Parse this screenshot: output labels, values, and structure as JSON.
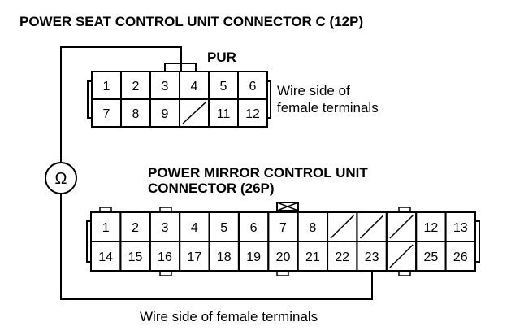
{
  "connector_c": {
    "title": "POWER SEAT CONTROL UNIT CONNECTOR C (12P)",
    "wire_color": "PUR",
    "note_line1": "Wire side of",
    "note_line2": "female terminals",
    "row1": [
      {
        "label": "1",
        "blank": false
      },
      {
        "label": "2",
        "blank": false
      },
      {
        "label": "3",
        "blank": false
      },
      {
        "label": "4",
        "blank": false
      },
      {
        "label": "5",
        "blank": false
      },
      {
        "label": "6",
        "blank": false
      }
    ],
    "row2": [
      {
        "label": "7",
        "blank": false
      },
      {
        "label": "8",
        "blank": false
      },
      {
        "label": "9",
        "blank": false
      },
      {
        "label": "",
        "blank": true
      },
      {
        "label": "11",
        "blank": false
      },
      {
        "label": "12",
        "blank": false
      }
    ]
  },
  "mirror_connector": {
    "title_line1": "POWER MIRROR CONTROL UNIT",
    "title_line2": "CONNECTOR (26P)",
    "note": "Wire side of female terminals",
    "row1": [
      {
        "label": "1",
        "blank": false
      },
      {
        "label": "2",
        "blank": false
      },
      {
        "label": "3",
        "blank": false
      },
      {
        "label": "4",
        "blank": false
      },
      {
        "label": "5",
        "blank": false
      },
      {
        "label": "6",
        "blank": false
      },
      {
        "label": "7",
        "blank": false
      },
      {
        "label": "8",
        "blank": false
      },
      {
        "label": "",
        "blank": true
      },
      {
        "label": "",
        "blank": true
      },
      {
        "label": "",
        "blank": true
      },
      {
        "label": "12",
        "blank": false
      },
      {
        "label": "13",
        "blank": false
      }
    ],
    "row2": [
      {
        "label": "14",
        "blank": false
      },
      {
        "label": "15",
        "blank": false
      },
      {
        "label": "16",
        "blank": false
      },
      {
        "label": "17",
        "blank": false
      },
      {
        "label": "18",
        "blank": false
      },
      {
        "label": "19",
        "blank": false
      },
      {
        "label": "20",
        "blank": false
      },
      {
        "label": "21",
        "blank": false
      },
      {
        "label": "22",
        "blank": false
      },
      {
        "label": "23",
        "blank": false
      },
      {
        "label": "",
        "blank": true
      },
      {
        "label": "25",
        "blank": false
      },
      {
        "label": "26",
        "blank": false
      }
    ]
  },
  "meter": {
    "symbol": "Ω"
  }
}
